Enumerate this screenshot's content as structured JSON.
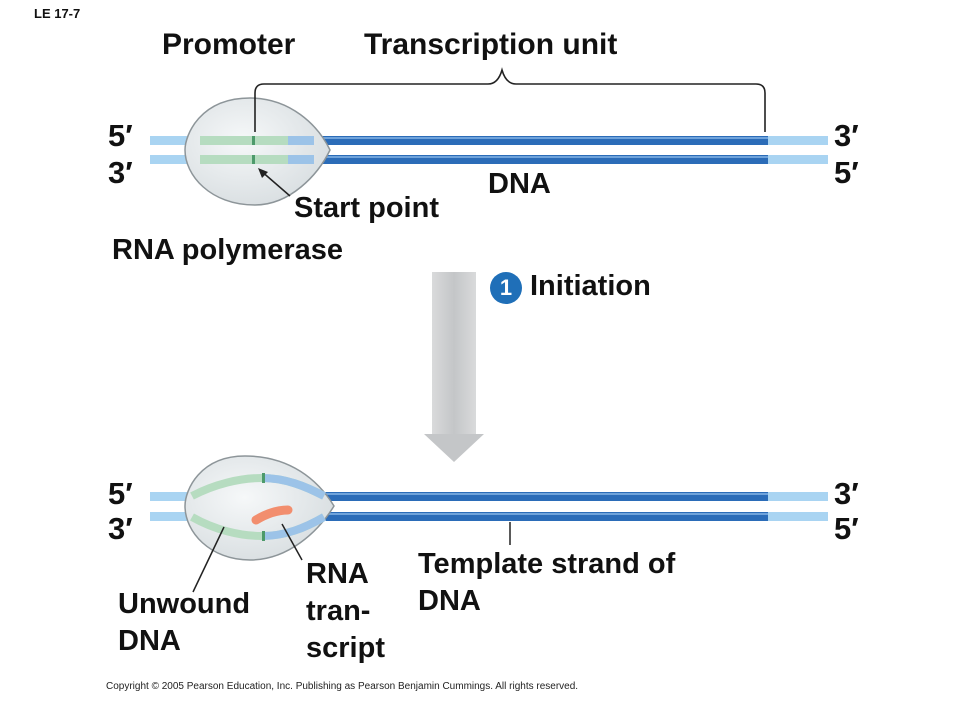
{
  "figure_id": "LE 17-7",
  "labels": {
    "promoter": "Promoter",
    "transcription_unit": "Transcription unit",
    "dna": "DNA",
    "start_point": "Start point",
    "rna_polymerase": "RNA polymerase",
    "template_strand": "Template strand of DNA",
    "unwound_dna": "Unwound DNA",
    "rna_transcript": "RNA tran- script"
  },
  "strand_ends": {
    "top_left_upper": "5",
    "top_left_lower": "3",
    "top_right_upper": "3",
    "top_right_lower": "5",
    "bottom_left_upper": "5",
    "bottom_left_lower": "3",
    "bottom_right_upper": "3",
    "bottom_right_lower": "5"
  },
  "step": {
    "number": "1",
    "label": "Initiation"
  },
  "copyright": "Copyright © 2005 Pearson Education, Inc. Publishing as Pearson Benjamin Cummings. All rights reserved.",
  "colors": {
    "dna_blue": "#2b6cb8",
    "dna_light": "#a9d4f2",
    "promoter_green": "#b6dcc0",
    "rna_orange": "#f28e6e",
    "polymerase": "#e6eaec",
    "arrow_gray": "#c9cbcd"
  }
}
